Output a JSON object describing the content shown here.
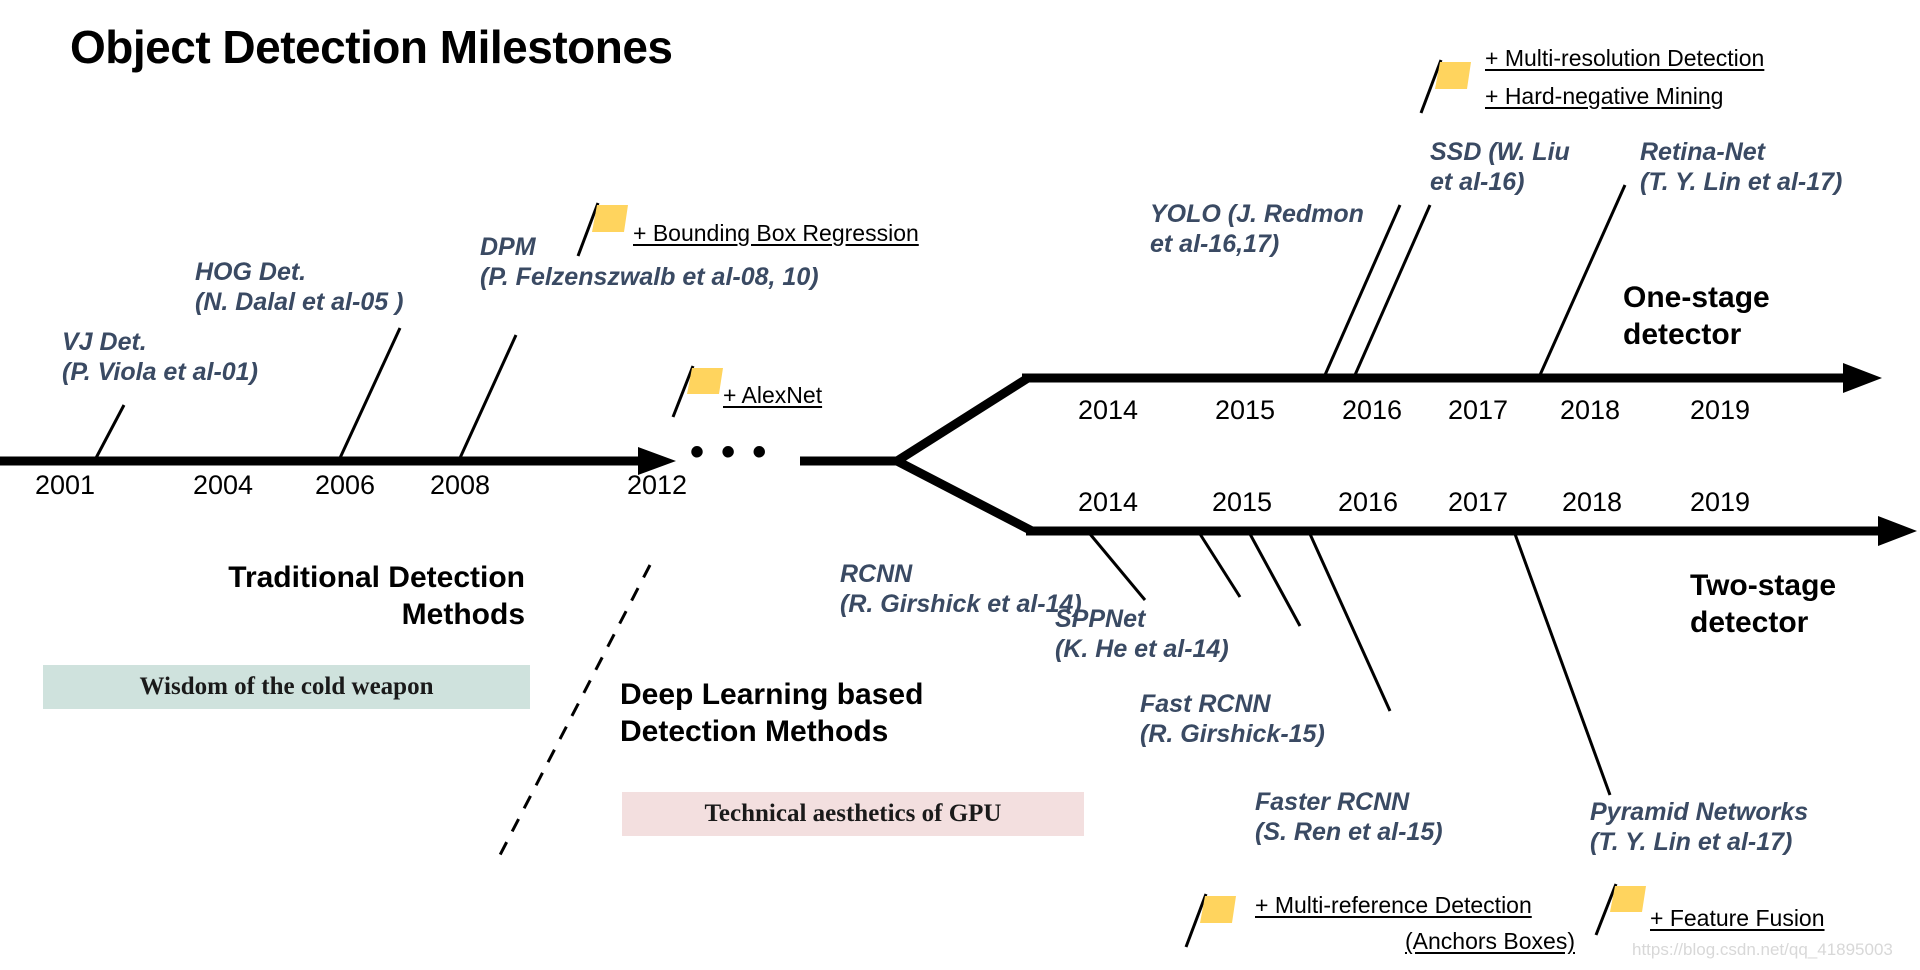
{
  "title": "Object Detection Milestones",
  "watermark": "https://blog.csdn.net/qq_41895003",
  "dots": "• • •",
  "timelines": {
    "traditional_years": [
      "2001",
      "2004",
      "2006",
      "2008",
      "2012"
    ],
    "one_stage_years": [
      "2014",
      "2015",
      "2016",
      "2017",
      "2018",
      "2019"
    ],
    "two_stage_years": [
      "2014",
      "2015",
      "2016",
      "2017",
      "2018",
      "2019"
    ]
  },
  "sections": {
    "traditional": "Traditional Detection\nMethods",
    "deep_learning": "Deep Learning based\nDetection Methods",
    "one_stage": "One-stage\ndetector",
    "two_stage": "Two-stage\ndetector"
  },
  "chips": {
    "cold_weapon": "Wisdom of the cold weapon",
    "gpu": "Technical aesthetics of GPU"
  },
  "methods": {
    "vj": "VJ Det.\n(P. Viola et al-01)",
    "hog": "HOG Det.\n(N. Dalal et al-05 )",
    "dpm": "DPM\n(P. Felzenszwalb et al-08, 10)",
    "yolo": "YOLO (J. Redmon\net al-16,17)",
    "ssd": "SSD (W. Liu\net al-16)",
    "retina": "Retina-Net\n(T. Y. Lin et al-17)",
    "rcnn": "RCNN\n(R. Girshick et al-14)",
    "sppnet": "SPPNet\n(K. He et al-14)",
    "fast_rcnn": "Fast RCNN\n(R. Girshick-15)",
    "faster_rcnn": "Faster RCNN\n(S. Ren et al-15)",
    "pyramid": "Pyramid Networks\n(T. Y. Lin et al-17)"
  },
  "techniques": {
    "bbox_regression": "+ Bounding Box Regression",
    "alexnet": "+ AlexNet",
    "multi_resolution": "+ Multi-resolution Detection",
    "hard_negative": "+ Hard-negative Mining",
    "multi_reference": "+ Multi-reference Detection",
    "anchors_boxes": "(Anchors Boxes)",
    "feature_fusion": "+ Feature Fusion"
  },
  "colors": {
    "method_text": "#3a4a63",
    "flag": "#ffd45e",
    "chip_teal": "#cfe2dd",
    "chip_pink": "#f3dfdf",
    "axis": "#000000"
  }
}
